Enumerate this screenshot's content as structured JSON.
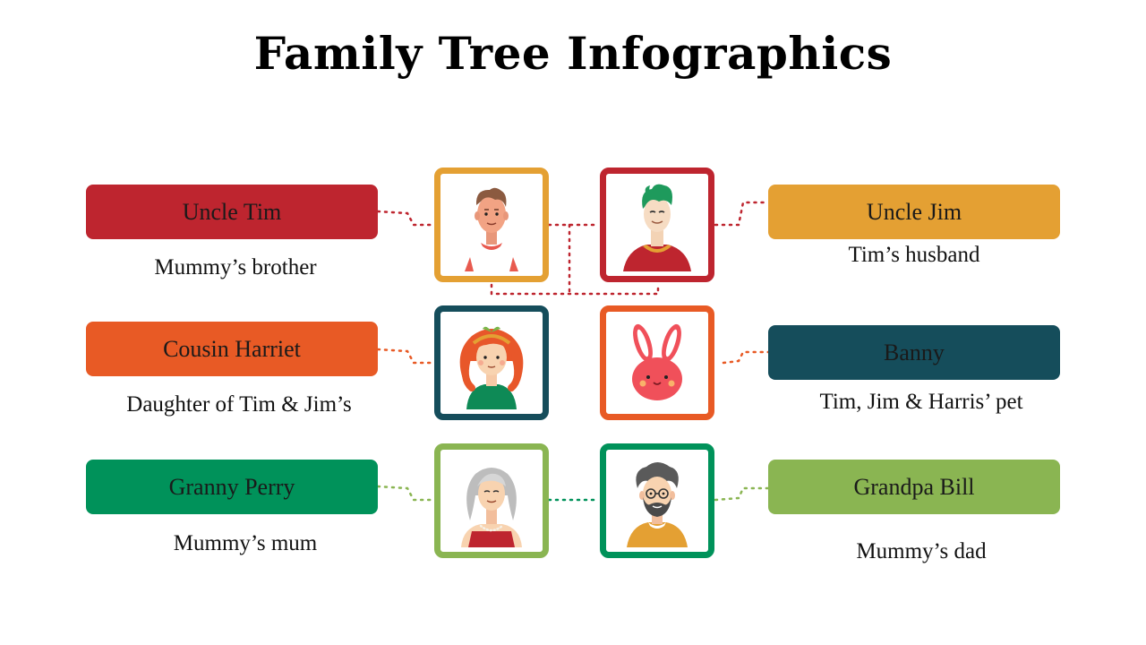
{
  "title": "Family Tree Infographics",
  "colors": {
    "red": "#BE252F",
    "yellow": "#E4A033",
    "orange": "#E85A25",
    "teal": "#154D5B",
    "green": "#00925A",
    "lime": "#8AB552"
  },
  "members": {
    "uncle_tim": {
      "name": "Uncle Tim",
      "relation": "Mummy’s brother"
    },
    "uncle_jim": {
      "name": "Uncle Jim",
      "relation": "Tim’s husband"
    },
    "cousin_harriet": {
      "name": "Cousin Harriet",
      "relation": "Daughter of Tim & Jim’s"
    },
    "banny": {
      "name": "Banny",
      "relation": "Tim, Jim & Harris’ pet"
    },
    "granny_perry": {
      "name": "Granny Perry",
      "relation": "Mummy’s mum"
    },
    "grandpa_bill": {
      "name": "Grandpa Bill",
      "relation": "Mummy’s dad"
    }
  },
  "avatars": {
    "uncle_tim": "man-avatar-icon",
    "uncle_jim": "green-haired-man-avatar-icon",
    "cousin_harriet": "girl-avatar-icon",
    "banny": "bunny-avatar-icon",
    "granny_perry": "grandmother-avatar-icon",
    "grandpa_bill": "grandfather-avatar-icon"
  }
}
